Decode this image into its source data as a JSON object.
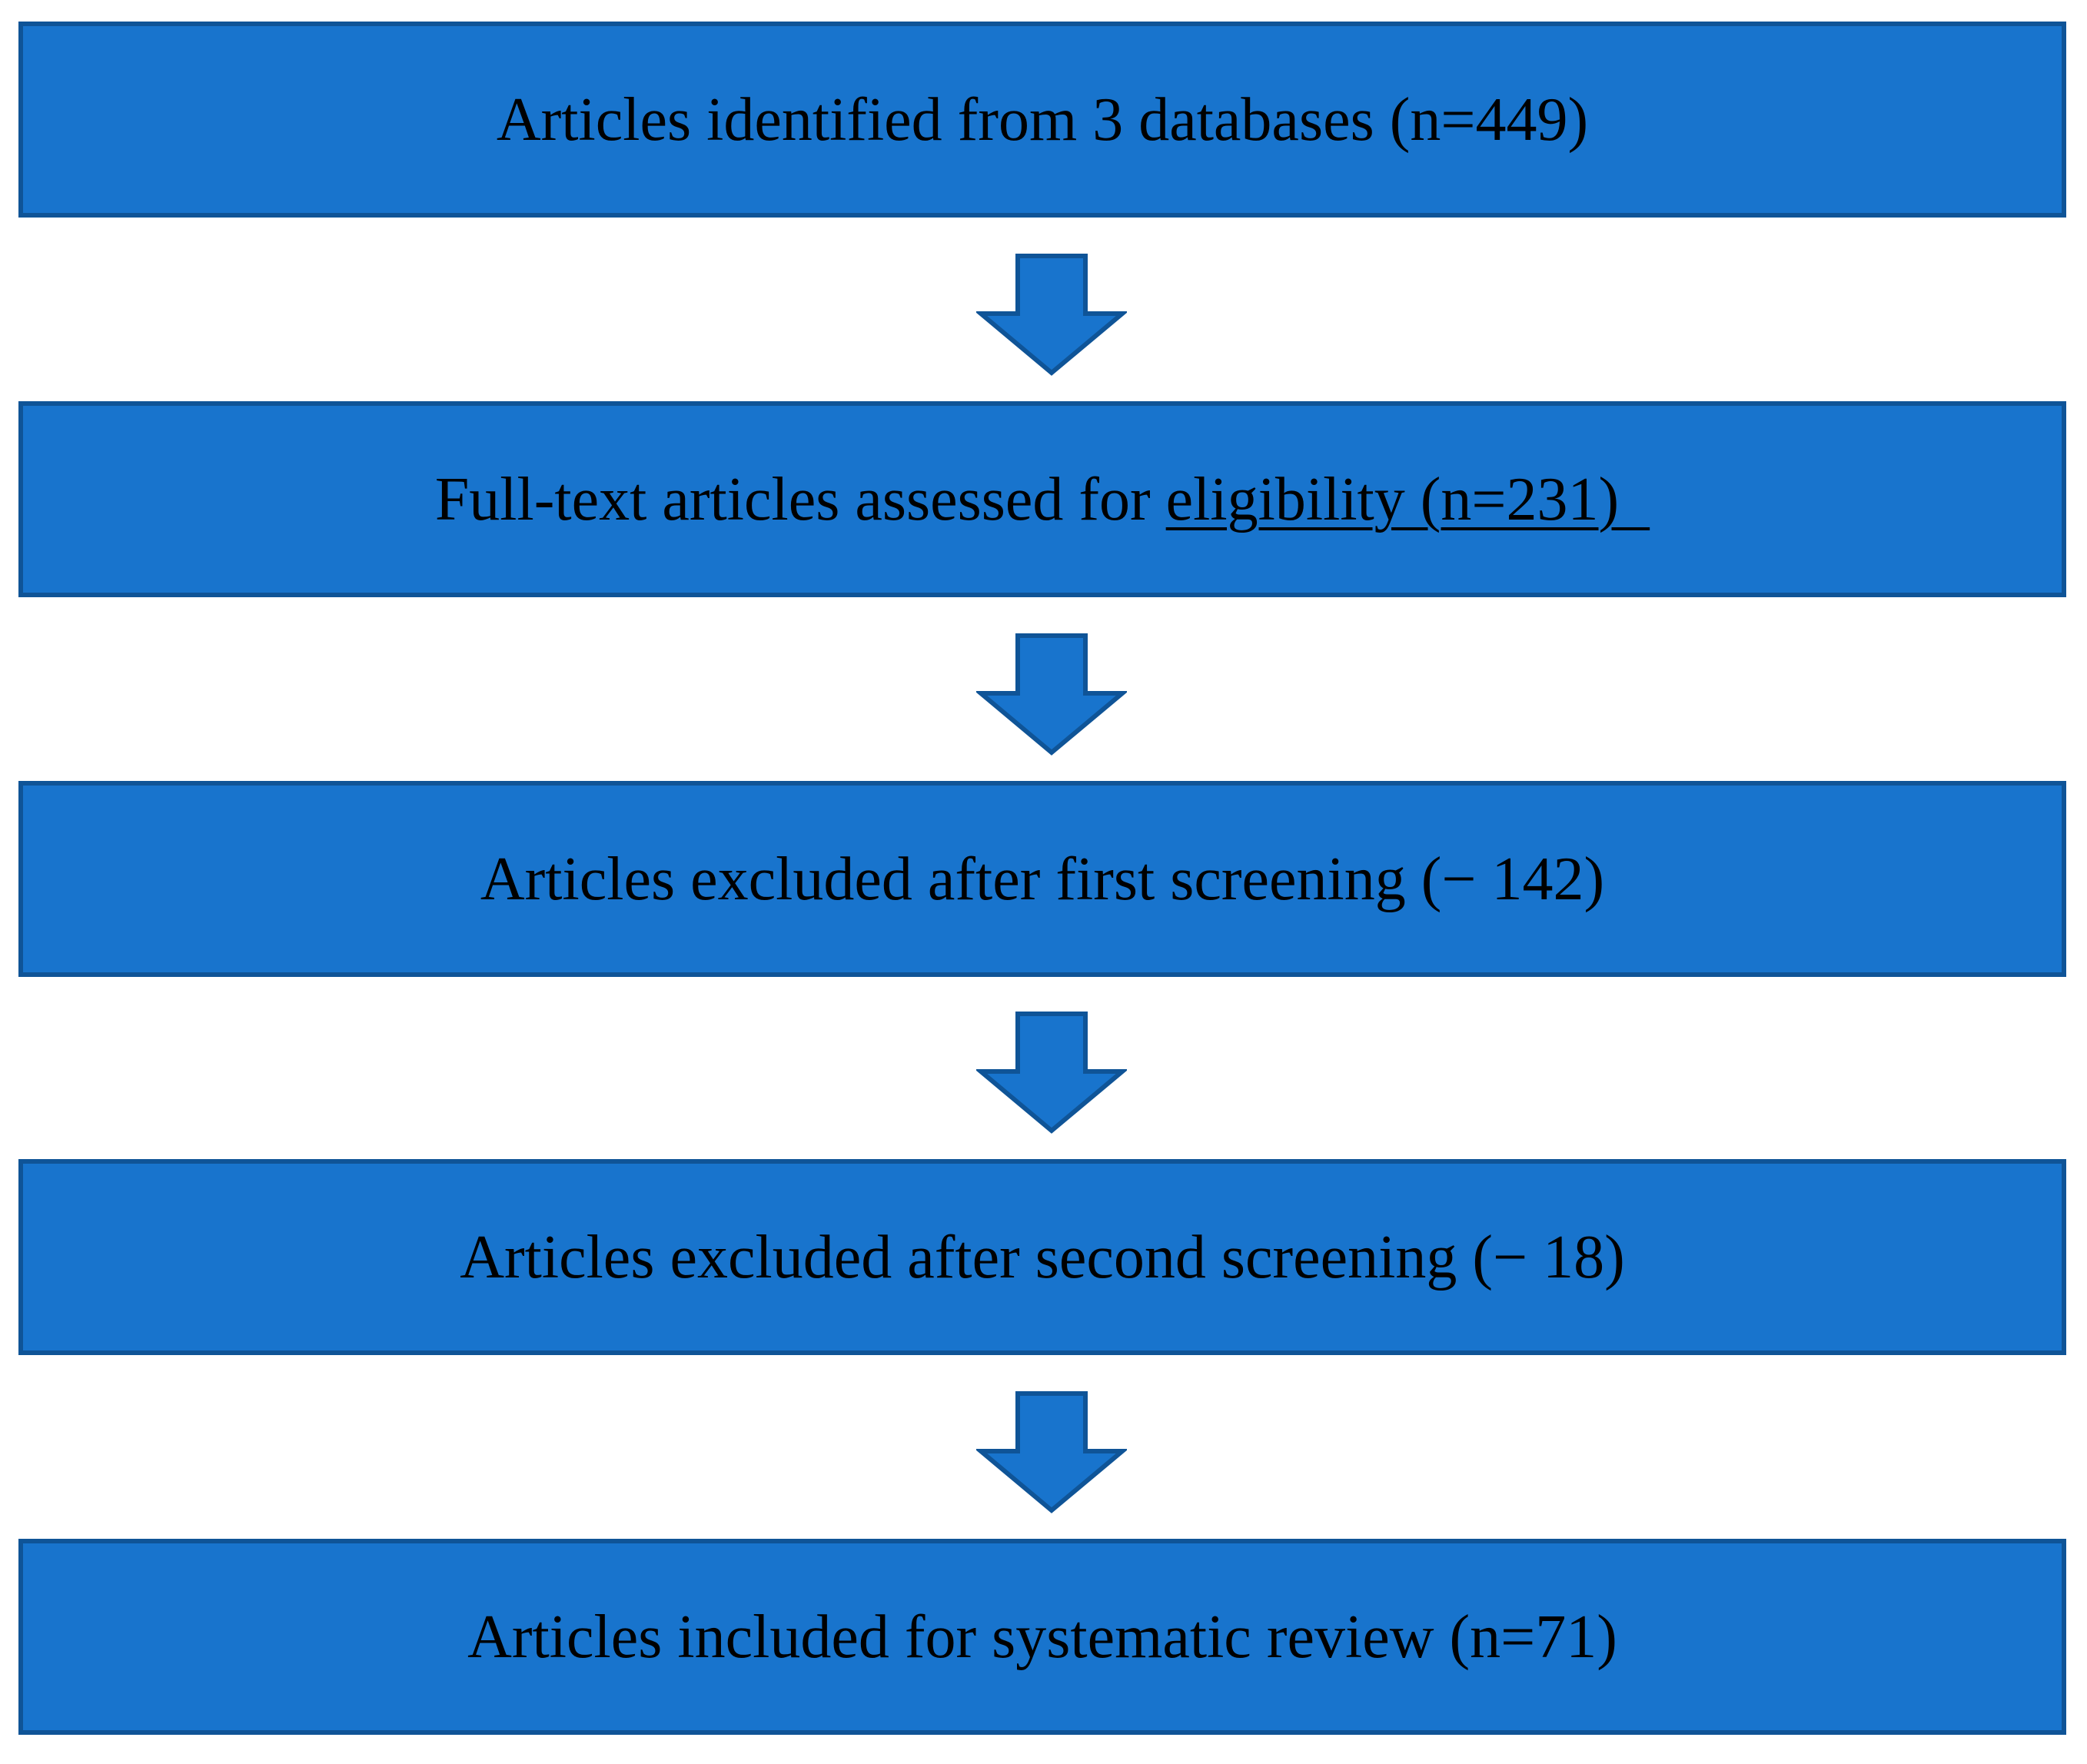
{
  "colors": {
    "box_fill": "#1874CD",
    "box_border": "#0F5497",
    "text": "#000000"
  },
  "steps": [
    {
      "text": "Articles identified from 3 databases (n=449)"
    },
    {
      "text_plain": "Full-text articles assessed for ",
      "text_underlined": "eligibility (n=231)  "
    },
    {
      "text": "Articles excluded after first screening (− 142)"
    },
    {
      "text": "Articles excluded after second screening (− 18)"
    },
    {
      "text": "Articles included for systematic review (n=71)"
    }
  ],
  "arrows": [
    {
      "icon": "down-arrow-icon"
    },
    {
      "icon": "down-arrow-icon"
    },
    {
      "icon": "down-arrow-icon"
    },
    {
      "icon": "down-arrow-icon"
    }
  ]
}
